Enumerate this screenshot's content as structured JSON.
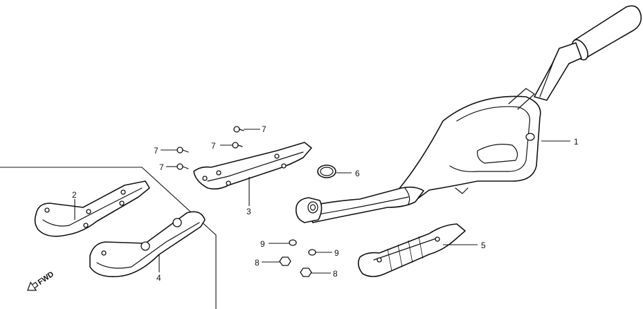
{
  "callouts": {
    "c1": "1",
    "c2": "2",
    "c3": "3",
    "c4": "4",
    "c5": "5",
    "c6": "6",
    "c7a": "7",
    "c7b": "7",
    "c7c": "7",
    "c7d": "7",
    "c8a": "8",
    "c8b": "8",
    "c9a": "9",
    "c9b": "9"
  },
  "fwd_label": "FWD"
}
